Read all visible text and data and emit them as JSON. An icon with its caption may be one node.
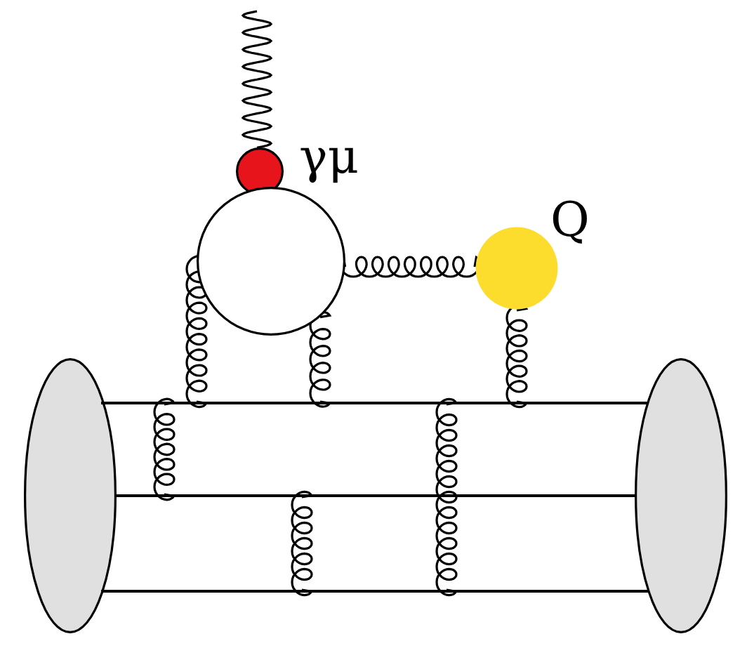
{
  "diagram": {
    "nodes": [
      {
        "text": [],
        "shape": "circle",
        "beside": [
          "γμ"
        ]
      },
      {
        "text": [],
        "shape": "circle"
      },
      {
        "text": [],
        "shape": "circle",
        "beside": [
          "Q"
        ]
      },
      {
        "text": [],
        "shape": "ellipse"
      },
      {
        "text": [],
        "shape": "ellipse"
      },
      {
        "text": [],
        "shape": "line"
      },
      {
        "text": [],
        "shape": "line"
      },
      {
        "text": [],
        "shape": "line"
      }
    ],
    "edges": [
      {
        "from": null,
        "to": 0,
        "arrow": "none"
      },
      {
        "from": 1,
        "to": 2,
        "arrow": "none"
      },
      {
        "from": 1,
        "to": 5,
        "arrow": "none"
      },
      {
        "from": 1,
        "to": 5,
        "arrow": "none"
      },
      {
        "from": 2,
        "to": 5,
        "arrow": "none"
      },
      {
        "from": 5,
        "to": 6,
        "arrow": "none"
      },
      {
        "from": 5,
        "to": 7,
        "arrow": "none"
      },
      {
        "from": 6,
        "to": 7,
        "arrow": "none"
      }
    ]
  }
}
